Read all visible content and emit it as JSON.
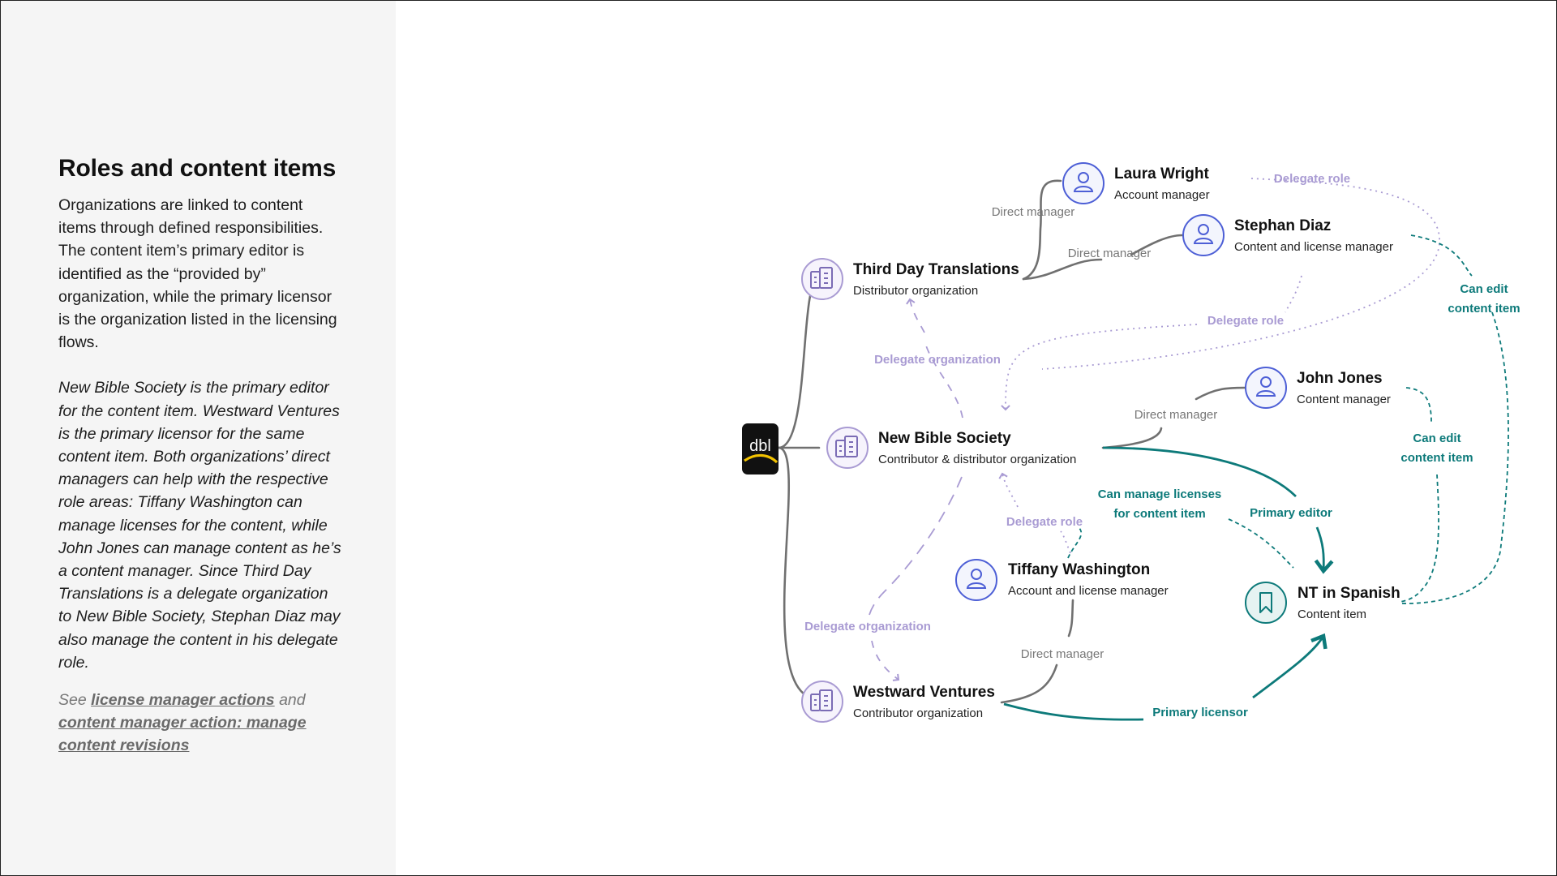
{
  "sidebar": {
    "title": "Roles and content items",
    "intro": "Organizations are linked to content items through defined responsibilities. The content item’s primary editor is identified as the “provided by” organization, while the primary licensor is the organization listed in the licensing flows.",
    "example": "New Bible Society is the primary editor for the content item. Westward Ventures is the primary licensor for the same content item. Both organizations’ direct managers can help with the respective role areas: Tiffany Washington can manage licenses for the content, while John Jones can manage content as he’s a content manager. Since Third Day Translations is a delegate organization to New Bible Society, Stephan Diaz may also manage the content in his delegate role.",
    "see_prefix": "See",
    "link1": "license manager actions",
    "see_and": "and",
    "link2": "content manager action: manage content revisions"
  },
  "diagram": {
    "logo_text": "dbl",
    "nodes": {
      "laura": {
        "name": "Laura Wright",
        "role": "Account manager",
        "icon": "person-icon"
      },
      "stephan": {
        "name": "Stephan Diaz",
        "role": "Content and license manager",
        "icon": "person-icon"
      },
      "third_day": {
        "name": "Third Day Translations",
        "role": "Distributor organization",
        "icon": "building-icon"
      },
      "john": {
        "name": "John Jones",
        "role": "Content manager",
        "icon": "person-icon"
      },
      "nbs": {
        "name": "New Bible Society",
        "role": "Contributor & distributor organization",
        "icon": "building-icon"
      },
      "tiffany": {
        "name": "Tiffany Washington",
        "role": "Account and license manager",
        "icon": "person-icon"
      },
      "nt": {
        "name": "NT in Spanish",
        "role": "Content item",
        "icon": "bookmark-icon"
      },
      "westward": {
        "name": "Westward Ventures",
        "role": "Contributor organization",
        "icon": "building-icon"
      }
    },
    "edge_labels": {
      "direct_manager_laura": "Direct manager",
      "direct_manager_stephan": "Direct manager",
      "direct_manager_john": "Direct manager",
      "direct_manager_tiffany": "Direct manager",
      "delegate_role_top": "Delegate role",
      "delegate_role_mid": "Delegate role",
      "delegate_role_low": "Delegate role",
      "delegate_org_upper": "Delegate organization",
      "delegate_org_lower": "Delegate organization",
      "can_edit_1a": "Can edit",
      "can_edit_1b": "content item",
      "can_edit_2a": "Can edit",
      "can_edit_2b": "content item",
      "can_manage_a": "Can manage licenses",
      "can_manage_b": "for content item",
      "primary_editor": "Primary editor",
      "primary_licensor": "Primary licensor"
    },
    "colors": {
      "gray_line": "#707070",
      "purple": "#a99bd3",
      "teal": "#0d7a7a",
      "person_blue": "#4d5fd6"
    }
  }
}
